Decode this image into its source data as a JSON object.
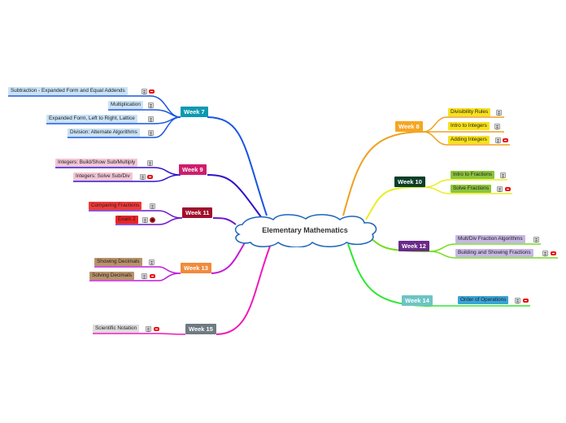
{
  "map": {
    "central": "Elementary Mathematics",
    "weeks": {
      "w7": "Week 7",
      "w8": "Week 8",
      "w9": "Week 9",
      "w10": "Week 10",
      "w11": "Week 11",
      "w12": "Week 12",
      "w13": "Week 13",
      "w14": "Week 14",
      "w15": "Week 15"
    },
    "topics": {
      "w7_subtraction": "Subtraction - Expanded Form and Equal Addends",
      "w7_multiplication": "Multiplication",
      "w7_expanded": "Expanded Form, Left to Right, Lattice",
      "w7_division": "Division: Alternate Algorithms",
      "w8_divisibility": "Divisibility Rules",
      "w8_intro_integers": "Intro to Integers",
      "w8_adding_integers": "Adding Integers",
      "w9_integers_build": "Integers: Build/Show Sub/Multiply",
      "w9_integers_solve": "Integers: Solve Sub/Div",
      "w10_intro_fractions": "Intro to Fractions",
      "w10_solve_fractions": "Solve Fractions",
      "w11_comparing_fractions": "Comparing Fractions",
      "w11_exam": "Exam 2",
      "w12_multdiv": "Mult/Div Fraction Algorithms",
      "w12_building": "Building and Showing Fractions",
      "w13_showing_decimals": "Showing Decimals",
      "w13_solving_decimals": "Solving Decimals",
      "w14_order_ops": "Order of Operations",
      "w15_sci_notation": "Scientific Notation"
    }
  },
  "colors": {
    "week7": "#0b9ab0",
    "week8": "#f5a623",
    "week9": "#cf1d6d",
    "week10": "#0b3e28",
    "week11": "#a0102d",
    "week12": "#6a2a8a",
    "week13": "#f08a3c",
    "week14": "#6cc4c4",
    "week15": "#6f7b82",
    "line7": "#1a56e0",
    "line8": "#f0a020",
    "line9": "#3012c8",
    "line10": "#e8ee20",
    "line11": "#6a1ac8",
    "line12": "#74dc20",
    "line13": "#c21ad8",
    "line14": "#2ee830",
    "line15": "#f018b8"
  },
  "icons": [
    "note-icon",
    "link-icon",
    "attachment-icon"
  ]
}
